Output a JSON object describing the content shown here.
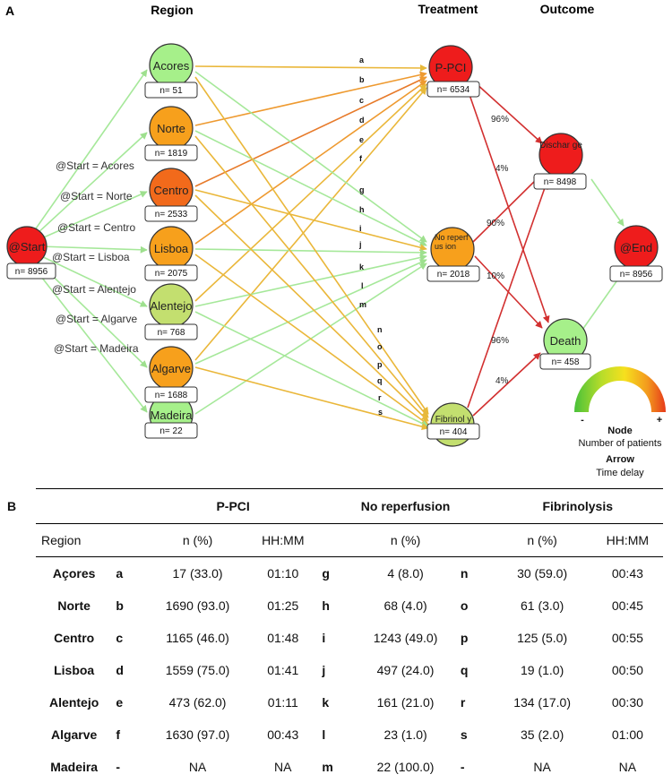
{
  "panel_a": {
    "letter": "A",
    "headers": {
      "region": "Region",
      "treatment": "Treatment",
      "outcome": "Outcome"
    },
    "colors": {
      "red": "#ee1c1c",
      "orange_red": "#f26a1b",
      "orange": "#f7a01c",
      "yellow_green": "#c3df6f",
      "light_green": "#a6f08a"
    },
    "nodes": [
      {
        "id": "start",
        "label": "@Start",
        "count": "n= 8956",
        "color": "#ee1c1c"
      },
      {
        "id": "acores",
        "label": "Acores",
        "count": "n= 51",
        "color": "#a6f08a"
      },
      {
        "id": "norte",
        "label": "Norte",
        "count": "n= 1819",
        "color": "#f7a01c"
      },
      {
        "id": "centro",
        "label": "Centro",
        "count": "n= 2533",
        "color": "#f26a1b"
      },
      {
        "id": "lisboa",
        "label": "Lisboa",
        "count": "n= 2075",
        "color": "#f7a01c"
      },
      {
        "id": "alentejo",
        "label": "Alentejo",
        "count": "n= 768",
        "color": "#c3df6f"
      },
      {
        "id": "algarve",
        "label": "Algarve",
        "count": "n= 1688",
        "color": "#f7a01c"
      },
      {
        "id": "madeira",
        "label": "Madeira",
        "count": "n= 22",
        "color": "#a6f08a"
      },
      {
        "id": "ppci",
        "label": "P-PCI",
        "count": "n= 6534",
        "color": "#ee1c1c"
      },
      {
        "id": "noreperf",
        "label": "No reperfus ion",
        "count": "n= 2018",
        "color": "#f7a01c"
      },
      {
        "id": "fibrino",
        "label": "Fibrinol ysis",
        "count": "n= 404",
        "color": "#c3df6f"
      },
      {
        "id": "discharge",
        "label": "Dischar ge",
        "count": "n= 8498",
        "color": "#ee1c1c"
      },
      {
        "id": "death",
        "label": "Death",
        "count": "n= 458",
        "color": "#a6f08a"
      },
      {
        "id": "end",
        "label": "@End",
        "count": "n= 8956",
        "color": "#ee1c1c"
      }
    ],
    "start_labels": [
      "@Start = Acores",
      "@Start = Norte",
      "@Start = Centro",
      "@Start = Lisboa",
      "@Start = Alentejo",
      "@Start = Algarve",
      "@Start = Madeira"
    ],
    "edge_letters": [
      "a",
      "b",
      "c",
      "d",
      "e",
      "f",
      "g",
      "h",
      "i",
      "j",
      "k",
      "l",
      "m",
      "n",
      "o",
      "p",
      "q",
      "r",
      "s"
    ],
    "outcome_percents": {
      "ppci_discharge": "96%",
      "ppci_death": "4%",
      "noreperf_discharge": "90%",
      "noreperf_death": "10%",
      "fibrino_discharge": "96%",
      "fibrino_death": "4%"
    },
    "legend": {
      "minus": "-",
      "plus": "+",
      "node_title": "Node",
      "node_desc": "Number of patients",
      "arrow_title": "Arrow",
      "arrow_desc": "Time delay"
    }
  },
  "panel_b": {
    "letter": "B",
    "group_headers": [
      "P-PCI",
      "No reperfusion",
      "Fibrinolysis"
    ],
    "sub_headers": {
      "region": "Region",
      "n": "n (%)",
      "time": "HH:MM"
    },
    "rows": [
      {
        "region": "Açores",
        "a": "a",
        "an": "17 (33.0)",
        "at": "01:10",
        "b": "g",
        "bn": "4 (8.0)",
        "c": "n",
        "cn": "30 (59.0)",
        "ct": "00:43"
      },
      {
        "region": "Norte",
        "a": "b",
        "an": "1690 (93.0)",
        "at": "01:25",
        "b": "h",
        "bn": "68 (4.0)",
        "c": "o",
        "cn": "61 (3.0)",
        "ct": "00:45"
      },
      {
        "region": "Centro",
        "a": "c",
        "an": "1165 (46.0)",
        "at": "01:48",
        "b": "i",
        "bn": "1243 (49.0)",
        "c": "p",
        "cn": "125 (5.0)",
        "ct": "00:55"
      },
      {
        "region": "Lisboa",
        "a": "d",
        "an": "1559 (75.0)",
        "at": "01:41",
        "b": "j",
        "bn": "497 (24.0)",
        "c": "q",
        "cn": "19 (1.0)",
        "ct": "00:50"
      },
      {
        "region": "Alentejo",
        "a": "e",
        "an": "473 (62.0)",
        "at": "01:11",
        "b": "k",
        "bn": "161 (21.0)",
        "c": "r",
        "cn": "134 (17.0)",
        "ct": "00:30"
      },
      {
        "region": "Algarve",
        "a": "f",
        "an": "1630 (97.0)",
        "at": "00:43",
        "b": "l",
        "bn": "23 (1.0)",
        "c": "s",
        "cn": "35 (2.0)",
        "ct": "01:00"
      },
      {
        "region": "Madeira",
        "a": "-",
        "an": "NA",
        "at": "NA",
        "b": "m",
        "bn": "22 (100.0)",
        "c": "-",
        "cn": "NA",
        "ct": "NA"
      }
    ]
  }
}
